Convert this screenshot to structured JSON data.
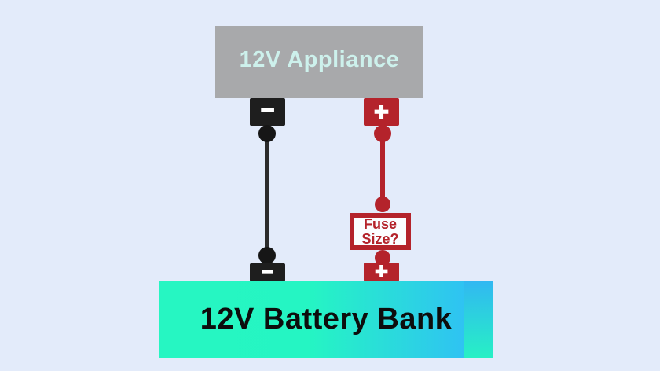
{
  "diagram": {
    "appliance": {
      "label": "12V Appliance"
    },
    "battery": {
      "label": "12V Battery Bank"
    },
    "fuse": {
      "line1": "Fuse",
      "line2": "Size?"
    }
  },
  "icons": {
    "minus-icon": "−",
    "plus-icon": "+"
  },
  "colors": {
    "background": "#e3ebfa",
    "appliance_fill": "#a8a9ab",
    "appliance_text": "#cdf1ec",
    "negative_black": "#1e1e1e",
    "positive_red": "#b4232b",
    "fuse_box_bg": "#fbfdff",
    "fuse_text": "#b4232b",
    "battery_gradient_left": "#26f6c2",
    "battery_gradient_right": "#2fc3f2",
    "battery_text": "#0d0d0d"
  }
}
